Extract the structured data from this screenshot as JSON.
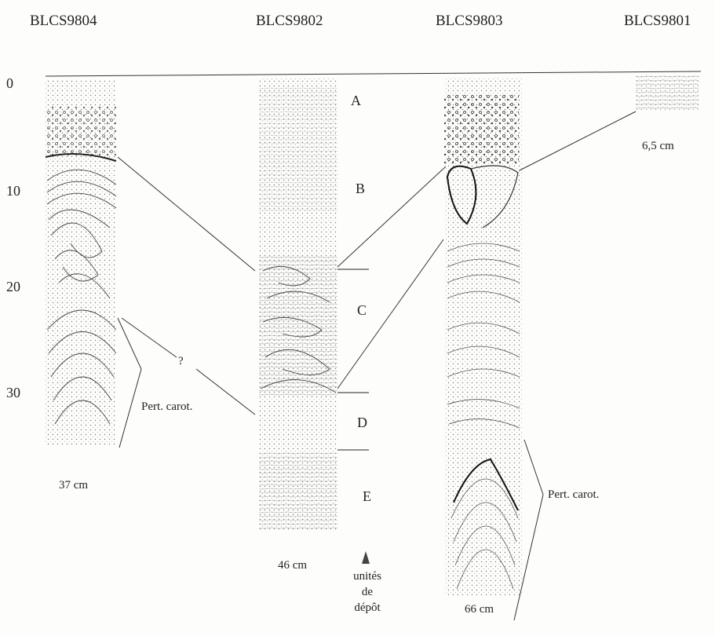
{
  "cores": [
    {
      "id": "BLCS9804",
      "length_label": "37 cm"
    },
    {
      "id": "BLCS9802",
      "length_label": "46 cm"
    },
    {
      "id": "BLCS9803",
      "length_label": "66 cm"
    },
    {
      "id": "BLCS9801",
      "length_label": "6,5 cm"
    }
  ],
  "depth_scale": [
    "0",
    "10",
    "20",
    "30"
  ],
  "units": [
    "A",
    "B",
    "C",
    "D",
    "E"
  ],
  "annotations": {
    "core_loss_left": "Pert. carot.",
    "core_loss_right": "Pert. carot.",
    "uncertain": "?",
    "units_caption_1": "unités",
    "units_caption_2": "de",
    "units_caption_3": "dépôt"
  }
}
